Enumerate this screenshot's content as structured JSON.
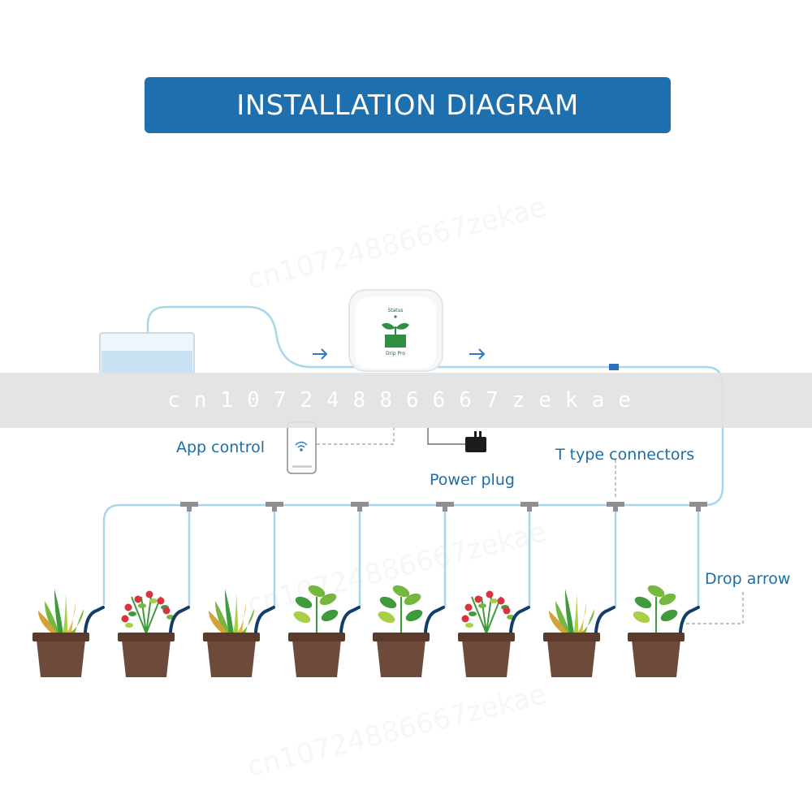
{
  "title": "INSTALLATION DIAGRAM",
  "device": {
    "status_label": "Status",
    "name": "Drip Pro"
  },
  "labels": {
    "app_control": "App control",
    "power_plug": "Power plug",
    "t_connectors": "T type connectors",
    "drop_arrow": "Drop arrow"
  },
  "watermark": "cn10724886667zekae",
  "colors": {
    "banner": "#1d6fae",
    "text_blue": "#1f6da6",
    "tube": "#a9d6ea",
    "pot": "#6e4a3a"
  },
  "icons": [
    "flow-arrow-icon",
    "wifi-icon",
    "power-plug-icon",
    "sprout-logo-icon"
  ],
  "plants": [
    "tall-leaves",
    "red-berries",
    "tall-leaves",
    "round-leaves",
    "round-leaves",
    "red-berries",
    "tall-leaves",
    "round-leaves"
  ]
}
